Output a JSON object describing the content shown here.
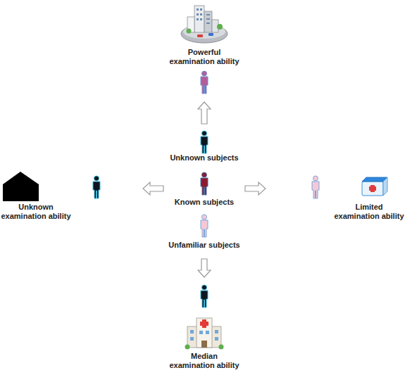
{
  "diagram": {
    "nodes": [
      {
        "text": [
          "Powerful examination ability"
        ]
      },
      {
        "text": [
          "Unknown subjects"
        ]
      },
      {
        "text": [
          "Unknown examination ability"
        ]
      },
      {
        "text": [
          "Known subjects"
        ]
      },
      {
        "text": [
          "Limited examination ability"
        ]
      },
      {
        "text": [
          "Unfamiliar subjects"
        ]
      },
      {
        "text": [
          "Median examination ability"
        ]
      }
    ],
    "edges": [
      {
        "from": 1,
        "to": 0,
        "arrow": "to"
      },
      {
        "from": 3,
        "to": 2,
        "arrow": "to"
      },
      {
        "from": 3,
        "to": 4,
        "arrow": "to"
      },
      {
        "from": 5,
        "to": 6,
        "arrow": "to"
      }
    ]
  }
}
